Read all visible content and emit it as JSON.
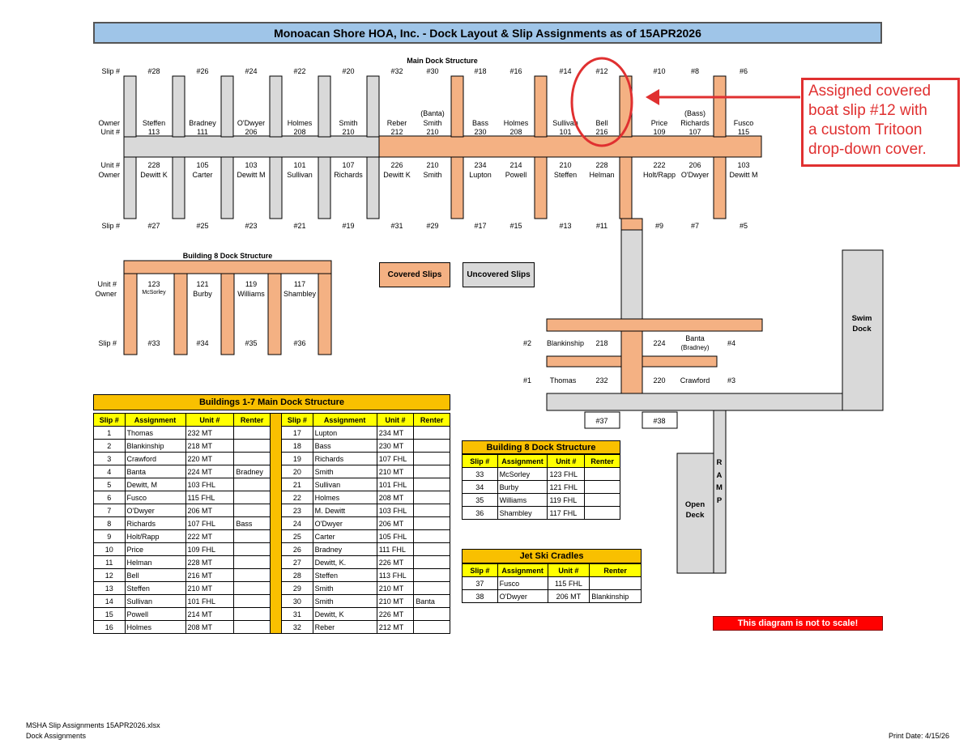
{
  "title": "Monoacan Shore HOA, Inc. - Dock Layout & Slip Assignments as of 15APR2026",
  "main_dock": {
    "label": "Main Dock Structure",
    "row_labels": {
      "slip": "Slip #",
      "owner": "Owner",
      "unit": "Unit #"
    },
    "top_slips": [
      {
        "slip": "#28",
        "owner": "Steffen",
        "unit": "113"
      },
      {
        "slip": "#26",
        "owner": "Bradney",
        "unit": "111"
      },
      {
        "slip": "#24",
        "owner": "O'Dwyer",
        "unit": "206"
      },
      {
        "slip": "#22",
        "owner": "Holmes",
        "unit": "208"
      },
      {
        "slip": "#20",
        "owner": "Smith",
        "unit": "210"
      },
      {
        "slip": "#32",
        "owner": "Reber",
        "unit": "212"
      },
      {
        "slip": "#30",
        "owner": "Smith",
        "unit": "210",
        "renter": "(Banta)"
      },
      {
        "slip": "#18",
        "owner": "Bass",
        "unit": "230"
      },
      {
        "slip": "#16",
        "owner": "Holmes",
        "unit": "208"
      },
      {
        "slip": "#14",
        "owner": "Sullivan",
        "unit": "101"
      },
      {
        "slip": "#12",
        "owner": "Bell",
        "unit": "216"
      },
      {
        "slip": "#10",
        "owner": "Price",
        "unit": "109"
      },
      {
        "slip": "#8",
        "owner": "Richards",
        "unit": "107",
        "renter": "(Bass)"
      },
      {
        "slip": "#6",
        "owner": "Fusco",
        "unit": "115"
      }
    ],
    "bottom_slips": [
      {
        "slip": "#27",
        "owner": "Dewitt K",
        "unit": "228"
      },
      {
        "slip": "#25",
        "owner": "Carter",
        "unit": "105"
      },
      {
        "slip": "#23",
        "owner": "Dewitt M",
        "unit": "103"
      },
      {
        "slip": "#21",
        "owner": "Sullivan",
        "unit": "101"
      },
      {
        "slip": "#19",
        "owner": "Richards",
        "unit": "107"
      },
      {
        "slip": "#31",
        "owner": "Dewitt K",
        "unit": "226"
      },
      {
        "slip": "#29",
        "owner": "Smith",
        "unit": "210"
      },
      {
        "slip": "#17",
        "owner": "Lupton",
        "unit": "234"
      },
      {
        "slip": "#15",
        "owner": "Powell",
        "unit": "214"
      },
      {
        "slip": "#13",
        "owner": "Steffen",
        "unit": "210"
      },
      {
        "slip": "#11",
        "owner": "Helman",
        "unit": "228"
      },
      {
        "slip": "#9",
        "owner": "Holt/Rapp",
        "unit": "222"
      },
      {
        "slip": "#7",
        "owner": "O'Dwyer",
        "unit": "206"
      },
      {
        "slip": "#5",
        "owner": "Dewitt M",
        "unit": "103"
      }
    ]
  },
  "bldg8_dock": {
    "label": "Building 8 Dock Structure",
    "slips": [
      {
        "slip": "#33",
        "owner": "McSorley",
        "unit": "123"
      },
      {
        "slip": "#34",
        "owner": "Burby",
        "unit": "121"
      },
      {
        "slip": "#35",
        "owner": "Williams",
        "unit": "119"
      },
      {
        "slip": "#36",
        "owner": "Shambley",
        "unit": "117"
      }
    ]
  },
  "legend": {
    "covered": "Covered Slips",
    "uncovered": "Uncovered Slips"
  },
  "lower_dock": {
    "s2": {
      "slip": "#2",
      "owner": "Blankinship",
      "unit": "218"
    },
    "s4": {
      "slip": "#4",
      "owner": "Banta",
      "renter": "(Bradney)",
      "unit": "224"
    },
    "s1": {
      "slip": "#1",
      "owner": "Thomas",
      "unit": "232"
    },
    "s3": {
      "slip": "#3",
      "owner": "Crawford",
      "unit": "220"
    },
    "s37": "#37",
    "s38": "#38",
    "swim_dock": [
      "Swim",
      "Dock"
    ],
    "open_deck": [
      "Open",
      "Deck"
    ],
    "ramp": [
      "R",
      "A",
      "M",
      "P"
    ]
  },
  "callout": [
    "Assigned covered",
    "boat slip #12 with",
    "a custom Tritoon",
    "drop-down cover."
  ],
  "colors": {
    "covered": "#f4b183",
    "uncovered": "#d9d9d9",
    "callout": "#e03030",
    "title_bg": "#9fc5e8",
    "table_title": "#f9c000",
    "table_header": "#ffff00"
  },
  "table_main": {
    "title": "Buildings 1-7 Main Dock Structure",
    "headers": [
      "Slip #",
      "Assignment",
      "Unit #",
      "Renter"
    ],
    "left": [
      [
        "1",
        "Thomas",
        "232 MT",
        ""
      ],
      [
        "2",
        "Blankinship",
        "218 MT",
        ""
      ],
      [
        "3",
        "Crawford",
        "220 MT",
        ""
      ],
      [
        "4",
        "Banta",
        "224 MT",
        "Bradney"
      ],
      [
        "5",
        "Dewitt, M",
        "103 FHL",
        ""
      ],
      [
        "6",
        "Fusco",
        "115 FHL",
        ""
      ],
      [
        "7",
        "O'Dwyer",
        "206 MT",
        ""
      ],
      [
        "8",
        "Richards",
        "107 FHL",
        "Bass"
      ],
      [
        "9",
        "Holt/Rapp",
        "222 MT",
        ""
      ],
      [
        "10",
        "Price",
        "109 FHL",
        ""
      ],
      [
        "11",
        "Helman",
        "228 MT",
        ""
      ],
      [
        "12",
        "Bell",
        "216 MT",
        ""
      ],
      [
        "13",
        "Steffen",
        "210 MT",
        ""
      ],
      [
        "14",
        "Sullivan",
        "101 FHL",
        ""
      ],
      [
        "15",
        "Powell",
        "214 MT",
        ""
      ],
      [
        "16",
        "Holmes",
        "208 MT",
        ""
      ]
    ],
    "right": [
      [
        "17",
        "Lupton",
        "234 MT",
        ""
      ],
      [
        "18",
        "Bass",
        "230 MT",
        ""
      ],
      [
        "19",
        "Richards",
        "107 FHL",
        ""
      ],
      [
        "20",
        "Smith",
        "210 MT",
        ""
      ],
      [
        "21",
        "Sullivan",
        "101 FHL",
        ""
      ],
      [
        "22",
        "Holmes",
        "208 MT",
        ""
      ],
      [
        "23",
        "M. Dewitt",
        "103 FHL",
        ""
      ],
      [
        "24",
        "O'Dwyer",
        "206 MT",
        ""
      ],
      [
        "25",
        "Carter",
        "105 FHL",
        ""
      ],
      [
        "26",
        "Bradney",
        "111 FHL",
        ""
      ],
      [
        "27",
        "Dewitt, K.",
        "226 MT",
        ""
      ],
      [
        "28",
        "Steffen",
        "113 FHL",
        ""
      ],
      [
        "29",
        "Smith",
        "210 MT",
        ""
      ],
      [
        "30",
        "Smith",
        "210 MT",
        "Banta"
      ],
      [
        "31",
        "Dewitt, K",
        "226 MT",
        ""
      ],
      [
        "32",
        "Reber",
        "212 MT",
        ""
      ]
    ]
  },
  "table_b8": {
    "title": "Building 8 Dock Structure",
    "headers": [
      "Slip #",
      "Assignment",
      "Unit #",
      "Renter"
    ],
    "rows": [
      [
        "33",
        "McSorley",
        "123 FHL",
        ""
      ],
      [
        "34",
        "Burby",
        "121 FHL",
        ""
      ],
      [
        "35",
        "Williams",
        "119 FHL",
        ""
      ],
      [
        "36",
        "Shambley",
        "117 FHL",
        ""
      ]
    ]
  },
  "table_jet": {
    "title": "Jet Ski Cradles",
    "headers": [
      "Slip #",
      "Assignment",
      "Unit #",
      "Renter"
    ],
    "rows": [
      [
        "37",
        "Fusco",
        "115 FHL",
        ""
      ],
      [
        "38",
        "O'Dwyer",
        "206 MT",
        "Blankinship"
      ]
    ]
  },
  "not_to_scale": "This diagram is not to scale!",
  "footer": {
    "file": "MSHA Slip Assignments 15APR2026.xlsx",
    "sheet": "Dock Assignments",
    "print_date": "Print Date: 4/15/26"
  }
}
